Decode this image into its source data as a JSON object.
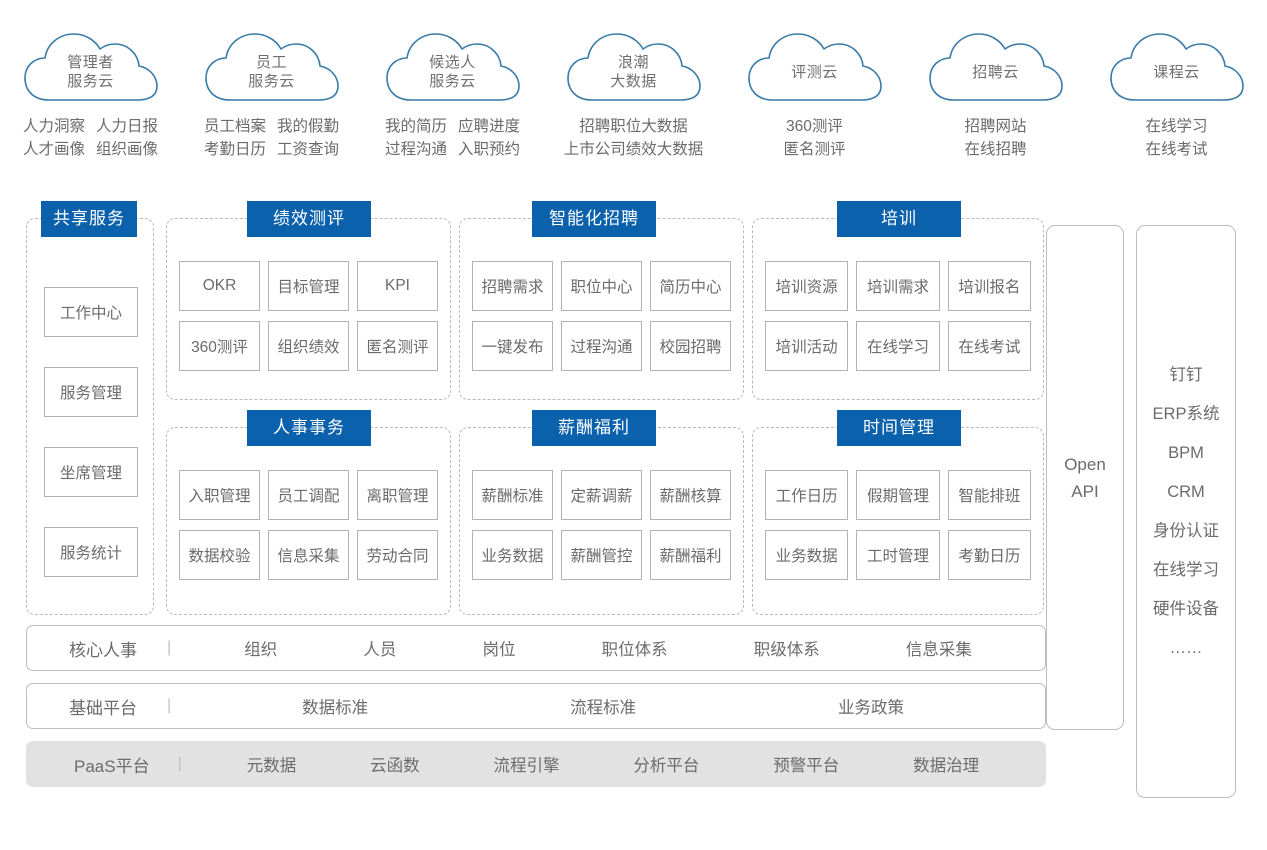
{
  "colors": {
    "accent_blue": "#0b61ab",
    "cloud_outline": "#3a7ca8",
    "text_grey": "#6b6b6b",
    "box_border": "#b3b3b3",
    "dashed_border": "#b9b9b9",
    "paas_bar_fill": "#e2e2e2"
  },
  "clouds": [
    {
      "name": "管理者\n服务云",
      "title_lines": [
        "管理者",
        "服务云"
      ],
      "items": [
        [
          "人力洞察",
          "人力日报"
        ],
        [
          "人才画像",
          "组织画像"
        ]
      ]
    },
    {
      "name": "员工服务云",
      "title_lines": [
        "员工",
        "服务云"
      ],
      "items": [
        [
          "员工档案",
          "我的假勤"
        ],
        [
          "考勤日历",
          "工资查询"
        ]
      ]
    },
    {
      "name": "候选人服务云",
      "title_lines": [
        "候选人",
        "服务云"
      ],
      "items": [
        [
          "我的简历",
          "应聘进度"
        ],
        [
          "过程沟通",
          "入职预约"
        ]
      ]
    },
    {
      "name": "浪潮大数据",
      "title_lines": [
        "浪潮",
        "大数据"
      ],
      "items": [
        [
          "招聘职位大数据"
        ],
        [
          "上市公司绩效大数据"
        ]
      ]
    },
    {
      "name": "评测云",
      "title_lines": [
        "评测云"
      ],
      "items": [
        [
          "360测评"
        ],
        [
          "匿名测评"
        ]
      ]
    },
    {
      "name": "招聘云",
      "title_lines": [
        "招聘云"
      ],
      "items": [
        [
          "招聘网站"
        ],
        [
          "在线招聘"
        ]
      ]
    },
    {
      "name": "课程云",
      "title_lines": [
        "课程云"
      ],
      "items": [
        [
          "在线学习"
        ],
        [
          "在线考试"
        ]
      ]
    }
  ],
  "shared_services": {
    "title": "共享服务",
    "items": [
      "工作中心",
      "服务管理",
      "坐席管理",
      "服务统计"
    ]
  },
  "modules": [
    {
      "title": "绩效测评",
      "cells": [
        "OKR",
        "目标管理",
        "KPI",
        "360测评",
        "组织绩效",
        "匿名测评"
      ]
    },
    {
      "title": "智能化招聘",
      "cells": [
        "招聘需求",
        "职位中心",
        "简历中心",
        "一键发布",
        "过程沟通",
        "校园招聘"
      ]
    },
    {
      "title": "培训",
      "cells": [
        "培训资源",
        "培训需求",
        "培训报名",
        "培训活动",
        "在线学习",
        "在线考试"
      ]
    },
    {
      "title": "人事事务",
      "cells": [
        "入职管理",
        "员工调配",
        "离职管理",
        "数据校验",
        "信息采集",
        "劳动合同"
      ]
    },
    {
      "title": "薪酬福利",
      "cells": [
        "薪酬标准",
        "定薪调薪",
        "薪酬核算",
        "业务数据",
        "薪酬管控",
        "薪酬福利"
      ]
    },
    {
      "title": "时间管理",
      "cells": [
        "工作日历",
        "假期管理",
        "智能排班",
        "业务数据",
        "工时管理",
        "考勤日历"
      ]
    }
  ],
  "bars": [
    {
      "title": "核心人事",
      "separator": "|",
      "items": [
        "组织",
        "人员",
        "岗位",
        "职位体系",
        "职级体系",
        "信息采集"
      ]
    },
    {
      "title": "基础平台",
      "separator": "|",
      "items": [
        "数据标准",
        "流程标准",
        "业务政策"
      ]
    },
    {
      "title": "PaaS平台",
      "separator": "|",
      "items": [
        "元数据",
        "云函数",
        "流程引擎",
        "分析平台",
        "预警平台",
        "数据治理"
      ]
    }
  ],
  "open_api": {
    "lines": [
      "Open",
      "API"
    ]
  },
  "integrations": {
    "lines": [
      "钉钉",
      "ERP系统",
      "BPM",
      "CRM",
      "身份认证",
      "在线学习",
      "硬件设备",
      "……"
    ]
  }
}
